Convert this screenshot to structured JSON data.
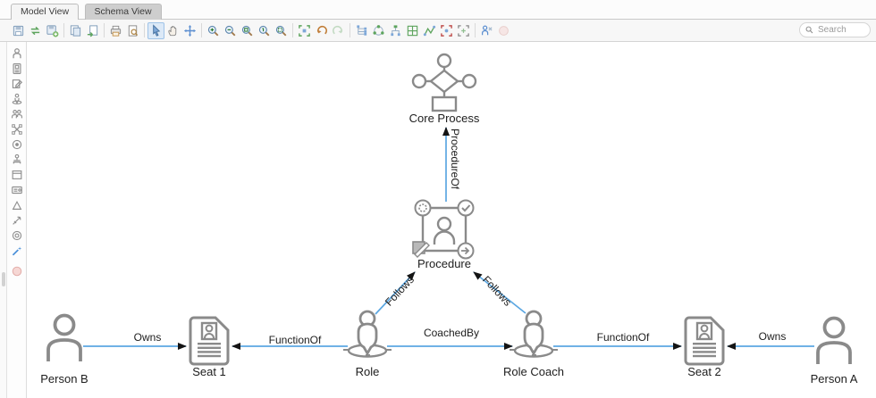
{
  "window": {
    "tabs": [
      {
        "label": "Model View",
        "active": false
      },
      {
        "label": "Schema View",
        "active": true
      }
    ]
  },
  "toolbar": {
    "buttons": [
      {
        "name": "save"
      },
      {
        "name": "sync"
      },
      {
        "name": "save-new"
      },
      {
        "name": "copy"
      },
      {
        "name": "import"
      },
      {
        "name": "print"
      },
      {
        "name": "print-preview"
      },
      {
        "name": "select-cursor",
        "active": true
      },
      {
        "name": "pan-hand"
      },
      {
        "name": "move"
      },
      {
        "name": "zoom-in"
      },
      {
        "name": "zoom-out"
      },
      {
        "name": "zoom-fit"
      },
      {
        "name": "zoom-actual"
      },
      {
        "name": "zoom-region"
      },
      {
        "name": "fit-content"
      },
      {
        "name": "undo"
      },
      {
        "name": "redo",
        "disabled": true
      },
      {
        "name": "layout-tree"
      },
      {
        "name": "layout-circular"
      },
      {
        "name": "layout-hierarchic"
      },
      {
        "name": "layout-grid"
      },
      {
        "name": "layout-organic"
      },
      {
        "name": "fit-selection"
      },
      {
        "name": "overview"
      },
      {
        "name": "partition"
      },
      {
        "name": "clear",
        "disabled": true
      }
    ],
    "search_placeholder": "Search"
  },
  "palette": {
    "items": [
      {
        "name": "person-tool"
      },
      {
        "name": "seat-tool"
      },
      {
        "name": "document-tool"
      },
      {
        "name": "role-tool"
      },
      {
        "name": "team-tool"
      },
      {
        "name": "process-tool"
      },
      {
        "name": "target-tool"
      },
      {
        "name": "hierarchy-tool"
      },
      {
        "name": "frame-tool"
      },
      {
        "name": "card-tool"
      },
      {
        "name": "milestone-tool"
      },
      {
        "name": "dart-tool"
      },
      {
        "name": "ring-tool"
      },
      {
        "name": "magic-wand-tool",
        "active": true
      },
      {
        "name": "delete-tool",
        "disabled": true
      }
    ]
  },
  "diagram": {
    "nodes": [
      {
        "id": "core-process",
        "label": "Core Process",
        "type": "core-process"
      },
      {
        "id": "procedure",
        "label": "Procedure",
        "type": "procedure"
      },
      {
        "id": "role",
        "label": "Role",
        "type": "role"
      },
      {
        "id": "role-coach",
        "label": "Role Coach",
        "type": "role"
      },
      {
        "id": "seat-1",
        "label": "Seat 1",
        "type": "seat"
      },
      {
        "id": "seat-2",
        "label": "Seat 2",
        "type": "seat"
      },
      {
        "id": "person-b",
        "label": "Person B",
        "type": "person"
      },
      {
        "id": "person-a",
        "label": "Person A",
        "type": "person"
      }
    ],
    "edges": [
      {
        "label": "ProcedureOf",
        "from": "procedure",
        "to": "core-process"
      },
      {
        "label": "Follows",
        "from": "role",
        "to": "procedure"
      },
      {
        "label": "Follows",
        "from": "role-coach",
        "to": "procedure"
      },
      {
        "label": "Owns",
        "from": "person-b",
        "to": "seat-1"
      },
      {
        "label": "FunctionOf",
        "from": "role",
        "to": "seat-1"
      },
      {
        "label": "CoachedBy",
        "from": "role",
        "to": "role-coach"
      },
      {
        "label": "FunctionOf",
        "from": "role-coach",
        "to": "seat-2"
      },
      {
        "label": "Owns",
        "from": "person-a",
        "to": "seat-2"
      }
    ]
  },
  "colors": {
    "edge_line": "#5ba7e2",
    "arrowhead": "#141414",
    "node_stroke": "#8a8a8a",
    "toolbar_bg": "#f7f7f7",
    "active_tab_bg": "#cecece"
  }
}
